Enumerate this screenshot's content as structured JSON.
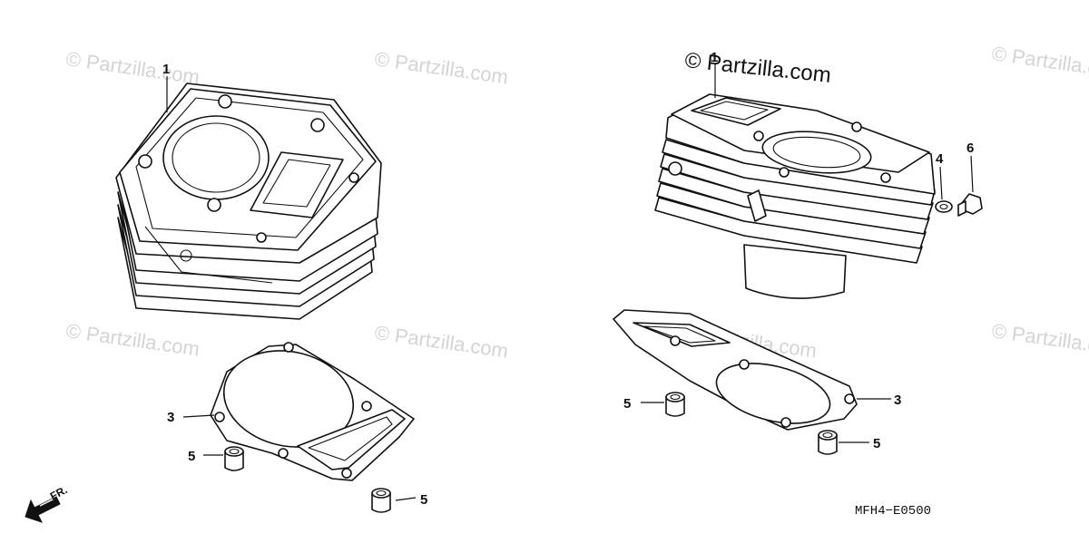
{
  "watermarks": {
    "main": "© Partzilla.com",
    "faint": "© Partzilla.com"
  },
  "callouts": {
    "cylinder_left": "1",
    "cylinder_right": "1",
    "gasket_left": "3",
    "gasket_right": "3",
    "washer": "4",
    "dowel_left_a": "5",
    "dowel_left_b": "5",
    "dowel_right_a": "5",
    "dowel_right_b": "5",
    "bolt": "6"
  },
  "diagram_code": "MFH4−E0500",
  "front_indicator": "FR."
}
